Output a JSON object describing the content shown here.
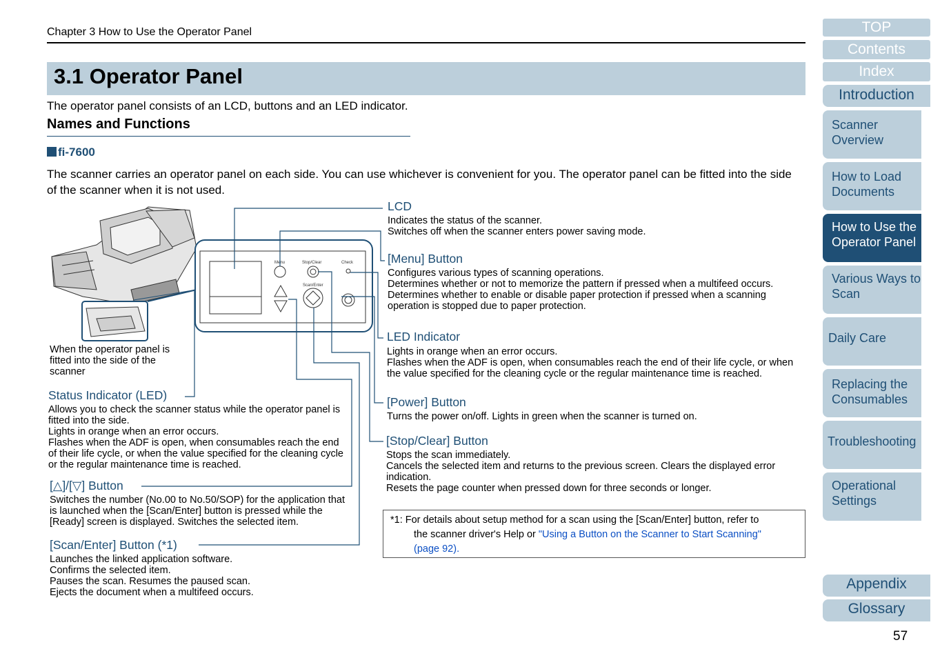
{
  "header": {
    "chapter": "Chapter 3 How to Use the Operator Panel",
    "title": "3.1 Operator Panel",
    "intro": "The operator panel consists of an LCD, buttons and an LED indicator.",
    "section": "Names and Functions",
    "subsection": "fi-7600",
    "paragraph": "The scanner carries an operator panel on each side. You can use whichever is convenient for you. The operator panel can be fitted into the side of the scanner when it is not used."
  },
  "figure": {
    "caption_side": "When the operator panel is fitted into the side of the scanner",
    "panel_labels": {
      "menu": "Menu",
      "stop": "Stop/Clear",
      "check": "Check",
      "scan": "Scan/Enter"
    }
  },
  "callouts": {
    "lcd": {
      "label": "LCD",
      "desc": [
        "Indicates the status of the scanner.",
        "Switches off when the scanner enters power saving mode."
      ]
    },
    "menu": {
      "label": "[Menu] Button",
      "desc": [
        "Configures various types of scanning operations.",
        "Determines whether or not to memorize the pattern if pressed when a multifeed occurs.",
        "Determines whether to enable or disable paper protection if pressed when a scanning operation is stopped due to paper protection."
      ]
    },
    "led": {
      "label": "LED Indicator",
      "desc": [
        "Lights in orange when an error occurs.",
        "Flashes when the ADF is open, when consumables reach the end of their life cycle, or when the value specified for the cleaning cycle or the regular maintenance time is reached."
      ]
    },
    "power": {
      "label": "[Power] Button",
      "desc": [
        "Turns the power on/off. Lights in green when the scanner is turned on."
      ]
    },
    "stop": {
      "label": "[Stop/Clear] Button",
      "desc": [
        "Stops the scan immediately.",
        "Cancels the selected item and returns to the previous screen. Clears the displayed error indication.",
        "Resets the page counter when pressed down for three seconds or longer."
      ]
    },
    "status": {
      "label": "Status Indicator (LED)",
      "desc": [
        "Allows you to check the scanner status while the operator panel is fitted into the side.",
        "Lights in orange when an error occurs.",
        "Flashes when the ADF is open, when consumables reach the end of their life cycle, or when the value specified for the cleaning cycle or the regular maintenance time is reached."
      ]
    },
    "updown": {
      "label": "[△]/[▽] Button",
      "desc": [
        "Switches the number (No.00 to No.50/SOP) for the application that is launched when the [Scan/Enter] button is pressed while the [Ready] screen is displayed. Switches the selected item."
      ]
    },
    "scan": {
      "label": "[Scan/Enter] Button (*1)",
      "desc": [
        "Launches the linked application software.",
        "Confirms the selected item.",
        "Pauses the scan. Resumes the paused scan.",
        "Ejects the document when a multifeed occurs."
      ]
    }
  },
  "footnote": {
    "text1": "*1: For details about setup method for a scan using the [Scan/Enter] button, refer to",
    "text2": "the scanner driver's Help or ",
    "link1": "\"Using a Button on the Scanner to Start Scanning\"",
    "link2": "(page 92)",
    "end": "."
  },
  "nav": {
    "top": "TOP",
    "contents": "Contents",
    "index": "Index",
    "introduction": "Introduction",
    "scanner_overview": [
      "Scanner",
      "Overview"
    ],
    "load_docs": [
      "How to Load",
      "Documents"
    ],
    "operator_panel": [
      "How to Use the",
      "Operator Panel"
    ],
    "various_ways": [
      "Various Ways to",
      "Scan"
    ],
    "daily_care": "Daily Care",
    "replacing": [
      "Replacing the",
      "Consumables"
    ],
    "troubleshooting": "Troubleshooting",
    "operational": [
      "Operational",
      "Settings"
    ],
    "appendix": "Appendix",
    "glossary": "Glossary"
  },
  "page_number": "57",
  "colors": {
    "accent": "#1f4f75",
    "nav_bg": "#bccfdb",
    "link": "#0b4fc4"
  }
}
